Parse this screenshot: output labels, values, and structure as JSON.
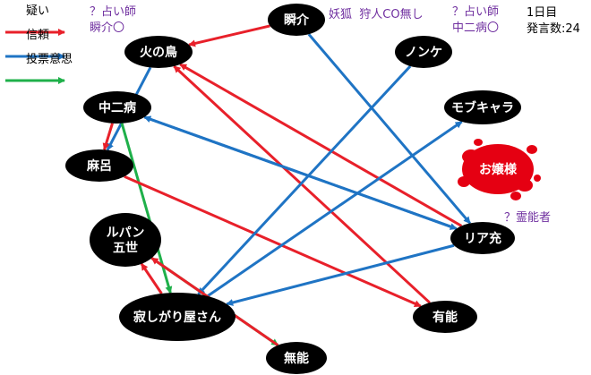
{
  "legend": {
    "suspicion": {
      "label": "疑い",
      "color": "#e8202a"
    },
    "trust": {
      "label": "信頼",
      "color": "#1f74c4"
    },
    "vote_intent": {
      "label": "投票意思",
      "color": "#1fb04a"
    }
  },
  "info": {
    "day": "1日目",
    "speech_count": "発言数:24"
  },
  "annotations": {
    "seer_1": "？占い師\n瞬介〇",
    "fox_note": "妖狐  狩人CO無し",
    "seer_2": "？占い師\n中二病〇",
    "medium": "？霊能者"
  },
  "nodes": [
    {
      "id": "shunsuke",
      "label": "瞬介"
    },
    {
      "id": "hinotori",
      "label": "火の鳥"
    },
    {
      "id": "nonke",
      "label": "ノンケ"
    },
    {
      "id": "chuunibyou",
      "label": "中二病"
    },
    {
      "id": "mobukyara",
      "label": "モブキャラ"
    },
    {
      "id": "maro",
      "label": "麻呂"
    },
    {
      "id": "ojousama",
      "label": "お嬢様",
      "status": "dead"
    },
    {
      "id": "riajuu",
      "label": "リア充"
    },
    {
      "id": "lupin",
      "label": "ルパン\n五世"
    },
    {
      "id": "sabishigariya",
      "label": "寂しがり屋さん"
    },
    {
      "id": "yuunou",
      "label": "有能"
    },
    {
      "id": "munou",
      "label": "無能"
    }
  ],
  "edges": [
    {
      "from": "shunsuke",
      "to": "hinotori",
      "type": "suspicion"
    },
    {
      "from": "shunsuke",
      "to": "riajuu",
      "type": "trust"
    },
    {
      "from": "hinotori",
      "to": "maro",
      "type": "trust"
    },
    {
      "from": "riajuu",
      "to": "hinotori",
      "type": "suspicion"
    },
    {
      "from": "yuunou",
      "to": "hinotori",
      "type": "suspicion"
    },
    {
      "from": "chuunibyou",
      "to": "maro",
      "type": "suspicion"
    },
    {
      "from": "chuunibyou",
      "to": "riajuu",
      "type": "trust"
    },
    {
      "from": "riajuu",
      "to": "chuunibyou",
      "type": "trust"
    },
    {
      "from": "chuunibyou",
      "to": "sabishigariya",
      "type": "vote_intent"
    },
    {
      "from": "maro",
      "to": "yuunou",
      "type": "suspicion"
    },
    {
      "from": "nonke",
      "to": "sabishigariya",
      "type": "trust"
    },
    {
      "from": "riajuu",
      "to": "sabishigariya",
      "type": "trust"
    },
    {
      "from": "sabishigariya",
      "to": "mobukyara",
      "type": "trust"
    },
    {
      "from": "sabishigariya",
      "to": "lupin",
      "type": "suspicion"
    },
    {
      "from": "lupin",
      "to": "munou",
      "type": "vote_intent"
    },
    {
      "from": "munou",
      "to": "lupin",
      "type": "suspicion"
    }
  ]
}
